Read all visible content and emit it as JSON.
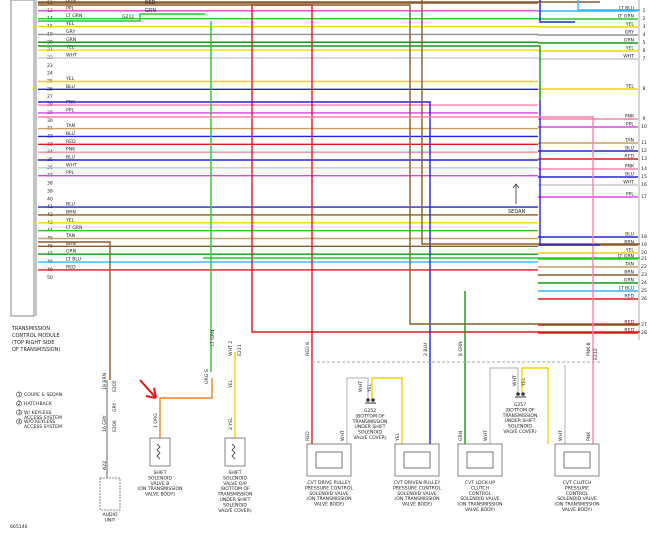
{
  "module": {
    "label_lines": [
      "TRANSMISSION",
      "CONTROL MODULE",
      "(TOP RIGHT SIDE",
      "OF TRANSMISSION)"
    ]
  },
  "pins": [
    {
      "num": "12",
      "label": "BRN",
      "color": "#8B5A2B"
    },
    {
      "num": "13",
      "label": "PPL",
      "color": "#E040E0"
    },
    {
      "num": "14",
      "label": "LT GRN",
      "color": "#22CC22"
    },
    {
      "num": "15",
      "label": "YEL",
      "color": "#F2D600"
    },
    {
      "num": "19",
      "label": "GRY",
      "color": "#909090"
    },
    {
      "num": "20",
      "label": "GRN",
      "color": "#119911"
    },
    {
      "num": "21",
      "label": "YEL",
      "color": "#F2D600"
    },
    {
      "num": "22",
      "label": "WHT",
      "color": "#C8C8C8"
    },
    {
      "num": "23",
      "label": "",
      "color": ""
    },
    {
      "num": "24",
      "label": "",
      "color": ""
    },
    {
      "num": "25",
      "label": "YEL",
      "color": "#F2D600"
    },
    {
      "num": "26",
      "label": "BLU",
      "color": "#2222DD"
    },
    {
      "num": "27",
      "label": "",
      "color": ""
    },
    {
      "num": "28",
      "label": "PNK",
      "color": "#FF80B0"
    },
    {
      "num": "29",
      "label": "PPL",
      "color": "#E040E0"
    },
    {
      "num": "30",
      "label": "",
      "color": ""
    },
    {
      "num": "31",
      "label": "TAN",
      "color": "#C8A060"
    },
    {
      "num": "32",
      "label": "BLU",
      "color": "#2222DD"
    },
    {
      "num": "33",
      "label": "RED",
      "color": "#E01818"
    },
    {
      "num": "34",
      "label": "PNK",
      "color": "#FF80B0"
    },
    {
      "num": "35",
      "label": "BLU",
      "color": "#2222DD"
    },
    {
      "num": "36",
      "label": "WHT",
      "color": "#C8C8C8"
    },
    {
      "num": "37",
      "label": "PPL",
      "color": "#E040E0"
    },
    {
      "num": "38",
      "label": "",
      "color": ""
    },
    {
      "num": "39",
      "label": "",
      "color": ""
    },
    {
      "num": "40",
      "label": "",
      "color": ""
    },
    {
      "num": "41",
      "label": "BLU",
      "color": "#2222DD"
    },
    {
      "num": "42",
      "label": "BRN",
      "color": "#8B5A2B"
    },
    {
      "num": "43",
      "label": "YEL",
      "color": "#F2D600"
    },
    {
      "num": "44",
      "label": "LT GRN",
      "color": "#22CC22"
    },
    {
      "num": "45",
      "label": "TAN",
      "color": "#C8A060"
    },
    {
      "num": "46",
      "label": "BRN",
      "color": "#8B5A2B"
    },
    {
      "num": "47",
      "label": "GRN",
      "color": "#119911"
    },
    {
      "num": "48",
      "label": "LT BLU",
      "color": "#30B8FF"
    },
    {
      "num": "49",
      "label": "RED",
      "color": "#E01818"
    },
    {
      "num": "50",
      "label": "",
      "color": ""
    }
  ],
  "right_terminals": [
    {
      "num": "1",
      "label": "LT BLU",
      "color": "#30B8FF"
    },
    {
      "num": "2",
      "label": "LT GRN",
      "color": "#22CC22"
    },
    {
      "num": "3",
      "label": "YEL",
      "color": "#F2D600"
    },
    {
      "num": "4",
      "label": "GRY",
      "color": "#909090"
    },
    {
      "num": "5",
      "label": "GRN",
      "color": "#119911"
    },
    {
      "num": "6",
      "label": "YEL",
      "color": "#F2D600"
    },
    {
      "num": "7",
      "label": "WHT",
      "color": "#C8C8C8"
    },
    {
      "num": "8",
      "label": "YEL",
      "color": "#F2D600"
    },
    {
      "num": "9",
      "label": "PNK",
      "color": "#FF80B0"
    },
    {
      "num": "10",
      "label": "PPL",
      "color": "#E040E0"
    },
    {
      "num": "11",
      "label": "TAN",
      "color": "#C8A060"
    },
    {
      "num": "12",
      "label": "BLU",
      "color": "#2222DD"
    },
    {
      "num": "13",
      "label": "RED",
      "color": "#E01818"
    },
    {
      "num": "14",
      "label": "PNK",
      "color": "#FF80B0"
    },
    {
      "num": "15",
      "label": "BLU",
      "color": "#2222DD"
    },
    {
      "num": "16",
      "label": "WHT",
      "color": "#C8C8C8"
    },
    {
      "num": "17",
      "label": "PPL",
      "color": "#E040E0"
    },
    {
      "num": "18",
      "label": "BLU",
      "color": "#2222DD"
    },
    {
      "num": "19",
      "label": "BRN",
      "color": "#8B5A2B"
    },
    {
      "num": "20",
      "label": "YEL",
      "color": "#F2D600"
    },
    {
      "num": "21",
      "label": "LT GRN",
      "color": "#22CC22"
    },
    {
      "num": "22",
      "label": "TAN",
      "color": "#C8A060"
    },
    {
      "num": "23",
      "label": "BRN",
      "color": "#8B5A2B"
    },
    {
      "num": "24",
      "label": "GRN",
      "color": "#119911"
    },
    {
      "num": "25",
      "label": "LT BLU",
      "color": "#30B8FF"
    },
    {
      "num": "26",
      "label": "RED",
      "color": "#E01818"
    },
    {
      "num": "27",
      "label": "RED",
      "color": "#E01818"
    },
    {
      "num": "28",
      "label": "RED",
      "color": "#E01818"
    }
  ],
  "top_labels": {
    "red": "RED",
    "grn": "GRN",
    "g211": "G211"
  },
  "sedan_label": "SEDAN",
  "legend": [
    {
      "num": "1",
      "text": "COUPE & SEDAN"
    },
    {
      "num": "2",
      "text": "HATCHBACK"
    },
    {
      "num": "3",
      "text": "W/ KEYLESS ACCESS SYSTEM"
    },
    {
      "num": "4",
      "text": "W/O KEYLESS ACCESS SYSTEM"
    }
  ],
  "vertical_labels": {
    "brn19": "19  BRN",
    "gry16": "16  GRY",
    "a22": "A22",
    "gry": "GRY",
    "e205": "E205",
    "e206": "E206",
    "orgs": "ORG  S",
    "ltgrn": "LT GRN",
    "yel": "YEL",
    "wht2": "WHT  2",
    "e211": "E211",
    "red8": "RED  8",
    "blu2": "2  BLU",
    "grn8": "8  GRN",
    "pnk8": "PNK  8",
    "e212": "E212",
    "c1org": "1  ORG",
    "c2yel": "2  YEL",
    "red": "RED",
    "wht": "WHT",
    "blu": "BLU",
    "grn": "GRN",
    "pnk": "PNK"
  },
  "components": [
    {
      "id": "shift-solenoid-b",
      "lines": [
        "SHIFT",
        "SOLENOID",
        "VALVE B",
        "(ON TRANSMISSION",
        "VALVE BODY)"
      ]
    },
    {
      "id": "shift-solenoid-op",
      "lines": [
        "SHIFT",
        "SOLENOID",
        "VALVE O/P",
        "(BOTTOM OF",
        "TRANSMISSION",
        "UNDER SHIFT",
        "SOLENOID",
        "VALVE COVER)"
      ]
    },
    {
      "id": "cvt-drive-pulley",
      "lines": [
        "CVT DRIVE PULLEY",
        "PRESSURE CONTROL",
        "SOLENOID VALVE",
        "(ON TRANSMISSION",
        "VALVE BODY)"
      ]
    },
    {
      "id": "cvt-driven-pulley",
      "lines": [
        "CVT DRIVEN PULLEY",
        "PRESSURE CONTROL",
        "SOLENOID VALVE",
        "(ON TRANSMISSION",
        "VALVE BODY)"
      ]
    },
    {
      "id": "cvt-lockup",
      "lines": [
        "CVT LOCK-UP",
        "CLUTCH",
        "CONTROL",
        "SOLENOID VALVE",
        "(ON TRANSMISSION",
        "VALVE BODY)"
      ]
    },
    {
      "id": "cvt-clutch",
      "lines": [
        "CVT CLUTCH",
        "PRESSURE",
        "CONTROL",
        "SOLENOID VALVE",
        "(ON TRANSMISSION",
        "VALVE BODY)"
      ]
    },
    {
      "id": "audio-unit",
      "lines": [
        "AUDIO",
        "UNIT"
      ]
    }
  ],
  "grounds": [
    {
      "id": "g252",
      "lines": [
        "G252",
        "(BOTTOM OF",
        "TRANSMISSION",
        "UNDER SHIFT",
        "SOLENOID",
        "VALVE COVER)"
      ]
    },
    {
      "id": "g257",
      "lines": [
        "G257",
        "(BOTTOM OF",
        "TRANSMISSION",
        "UNDER SHIFT",
        "SOLENOID",
        "VALVE COVER)"
      ]
    }
  ],
  "diagram_id": "665146",
  "colors": {
    "arrow": "#E01818",
    "brn": "#8B5A2B",
    "org": "#F08020",
    "yel": "#F2D600",
    "blu": "#2222DD",
    "grn": "#119911",
    "red": "#E01818",
    "pnk": "#FF80B0",
    "wht": "#C8C8C8"
  }
}
